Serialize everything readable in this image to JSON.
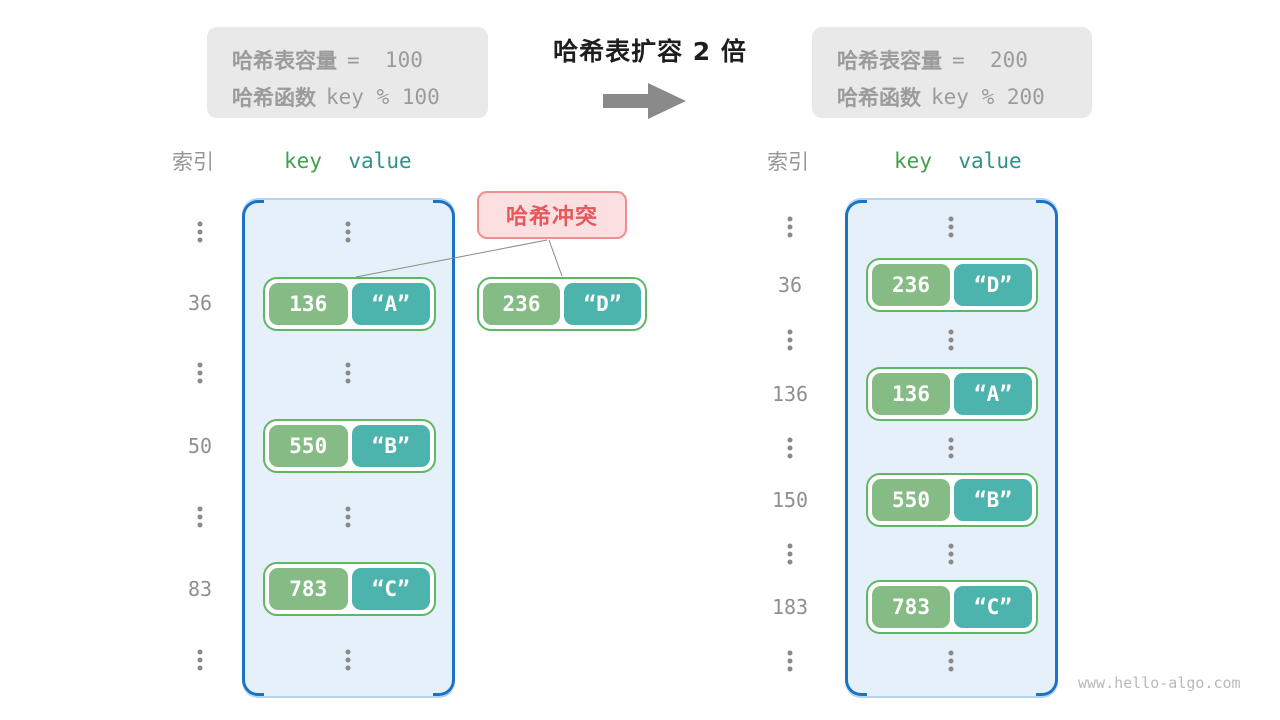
{
  "title": "哈希表扩容 2 倍",
  "capacity_before": {
    "line1_label": "哈希表容量",
    "line1_code": "=  100",
    "line2_label": "哈希函数",
    "line2_code": "key % 100"
  },
  "capacity_after": {
    "line1_label": "哈希表容量",
    "line1_code": "=  200",
    "line2_label": "哈希函数",
    "line2_code": "key % 200"
  },
  "collision": {
    "label": "哈希冲突",
    "pair": {
      "key": "236",
      "value": "“D”"
    }
  },
  "left_table": {
    "index_header": "索引",
    "key_header": "key",
    "value_header": "value",
    "rows": [
      {
        "index": "36",
        "key": "136",
        "value": "“A”"
      },
      {
        "index": "50",
        "key": "550",
        "value": "“B”"
      },
      {
        "index": "83",
        "key": "783",
        "value": "“C”"
      }
    ]
  },
  "right_table": {
    "index_header": "索引",
    "key_header": "key",
    "value_header": "value",
    "rows": [
      {
        "index": "36",
        "key": "236",
        "value": "“D”"
      },
      {
        "index": "136",
        "key": "136",
        "value": "“A”"
      },
      {
        "index": "150",
        "key": "550",
        "value": "“B”"
      },
      {
        "index": "183",
        "key": "783",
        "value": "“C”"
      }
    ]
  },
  "watermark": "www.hello-algo.com",
  "colors": {
    "container_fill": "#e6f0fa",
    "bracket_blue": "#1a73c4",
    "pair_border_green": "#60b763",
    "key_green": "#85bc86",
    "value_teal": "#4cb4ac",
    "collision_red": "#e7585a",
    "collision_bg": "#fbdfe1",
    "gray_box_bg": "#e9e9e9",
    "gray_text": "#9b9b9b"
  }
}
